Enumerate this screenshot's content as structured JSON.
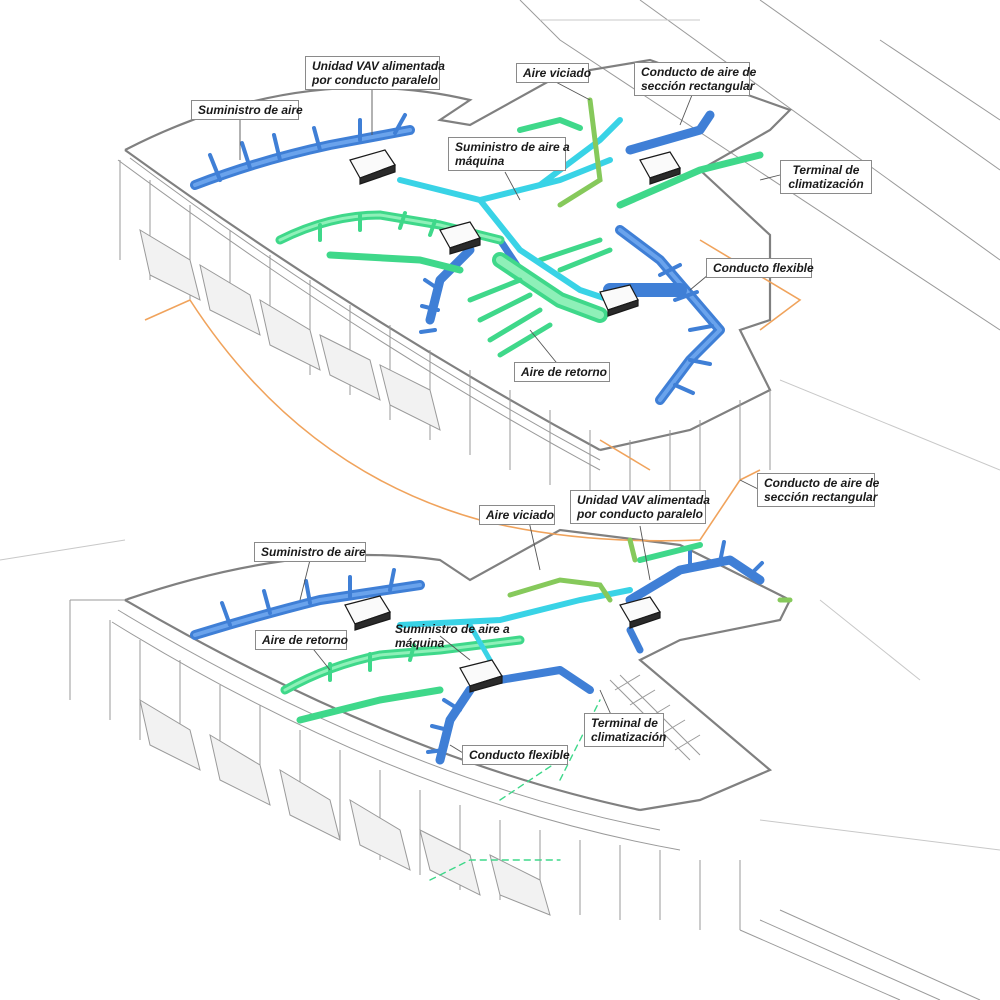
{
  "colors": {
    "supply": "#3f7fd6",
    "supply_light": "#6aa3ec",
    "return": "#3fd88a",
    "return_light": "#8ef0b8",
    "machine_supply": "#39d3e6",
    "exhaust": "#86c95b",
    "route": "#f0a35c",
    "building": "#9a9a9a",
    "vav_box": "#2a2a2a"
  },
  "upper": {
    "supply_air": "Suministro de aire",
    "vav_l1": "Unidad VAV alimentada",
    "vav_l2": "por conducto paralelo",
    "exhaust_air": "Aire viciado",
    "rect_duct_l1": "Conducto de aire de",
    "rect_duct_l2": "sección rectangular",
    "machine_supply_l1": "Suministro de aire a",
    "machine_supply_l2": "máquina",
    "terminal_l1": "Terminal de",
    "terminal_l2": "climatización",
    "flexible_duct": "Conducto flexible",
    "return_air": "Aire de retorno"
  },
  "middle": {
    "rect_duct_l1": "Conducto de aire de",
    "rect_duct_l2": "sección rectangular"
  },
  "lower": {
    "exhaust_air": "Aire viciado",
    "vav_l1": "Unidad VAV alimentada",
    "vav_l2": "por conducto paralelo",
    "supply_air": "Suministro de aire",
    "return_air": "Aire de retorno",
    "machine_supply_l1": "Suministro de aire a",
    "machine_supply_l2": "máquina",
    "terminal_l1": "Terminal de",
    "terminal_l2": "climatización",
    "flexible_duct": "Conducto flexible"
  }
}
